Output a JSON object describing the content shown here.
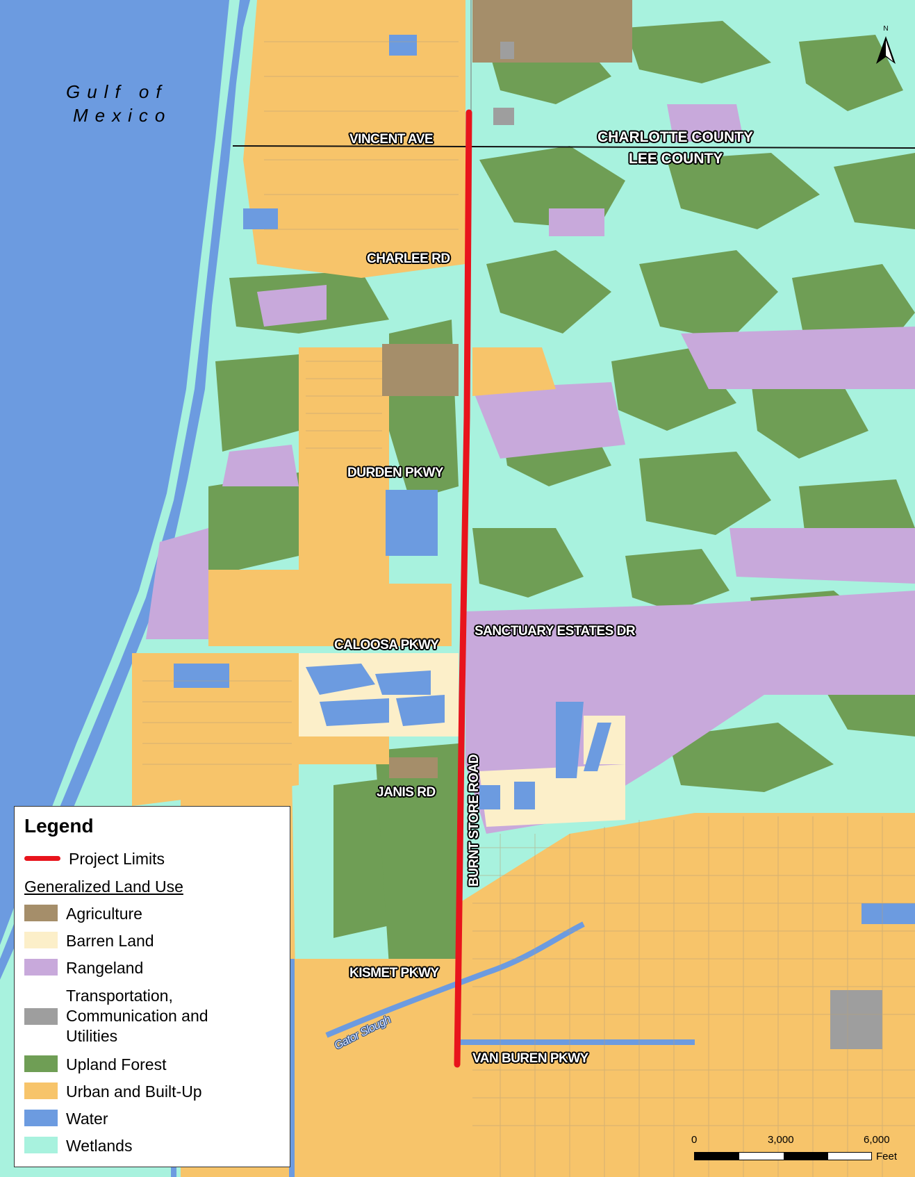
{
  "map": {
    "water_label": [
      "Gulf of",
      "Mexico"
    ],
    "county_labels": [
      "CHARLOTTE COUNTY",
      "LEE COUNTY"
    ],
    "road_labels": [
      "VINCENT AVE",
      "CHARLEE RD",
      "DURDEN PKWY",
      "SANCTUARY ESTATES DR",
      "CALOOSA PKWY",
      "JANIS RD",
      "KISMET PKWY",
      "VAN BUREN PKWY",
      "BURNT STORE ROAD"
    ],
    "waterway_label": "Gator Slough",
    "north_arrow": {
      "icon": "north-arrow-icon",
      "label": "N"
    },
    "colors": {
      "agriculture": "#A58E6A",
      "barren": "#FCEFC9",
      "rangeland": "#C8A9DB",
      "transportation": "#9E9E9E",
      "upland_forest": "#6F9E55",
      "urban": "#F7C46A",
      "water": "#6C9BE0",
      "wetlands": "#A8F2DE",
      "project_limits": "#E8141C"
    }
  },
  "legend": {
    "title": "Legend",
    "project_limits": "Project Limits",
    "subtitle": "Generalized Land Use",
    "items": [
      {
        "label": "Agriculture",
        "color": "#A58E6A"
      },
      {
        "label": "Barren Land",
        "color": "#FCEFC9"
      },
      {
        "label": "Rangeland",
        "color": "#C8A9DB"
      },
      {
        "label": "Transportation, Communication and Utilities",
        "color": "#9E9E9E",
        "lines": [
          "Transportation,",
          "Communication and",
          "Utilities"
        ]
      },
      {
        "label": "Upland Forest",
        "color": "#6F9E55"
      },
      {
        "label": "Urban and Built-Up",
        "color": "#F7C46A"
      },
      {
        "label": "Water",
        "color": "#6C9BE0"
      },
      {
        "label": "Wetlands",
        "color": "#A8F2DE"
      }
    ]
  },
  "scale_bar": {
    "labels": [
      "0",
      "3,000",
      "6,000"
    ],
    "unit": "Feet"
  }
}
